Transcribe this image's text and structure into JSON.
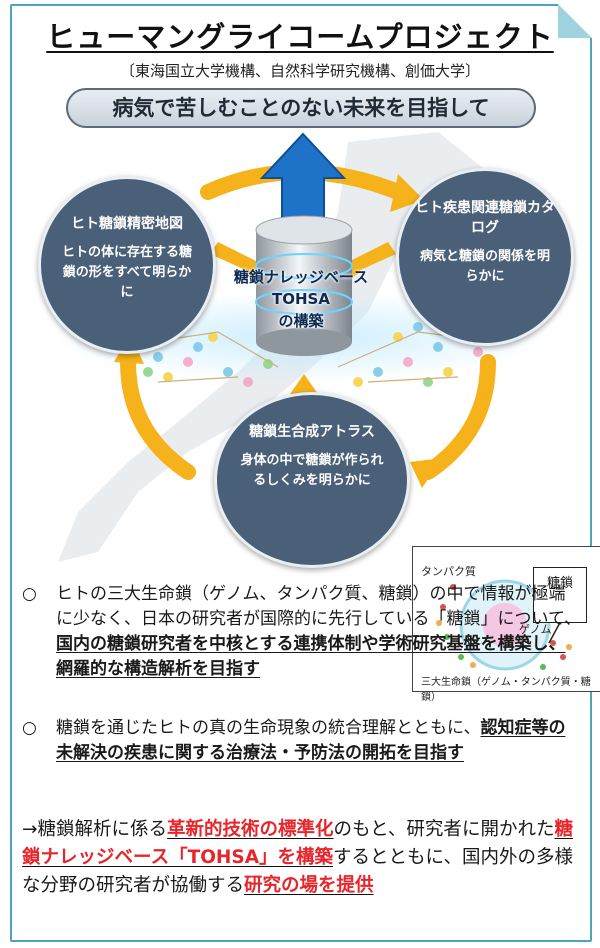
{
  "header": {
    "title": "ヒューマングライコームプロジェクト",
    "subtitle": "〔東海国立大学機構、自然科学研究機構、創価大学〕",
    "banner": "病気で苦しむことのない未来を目指して"
  },
  "diagram": {
    "left_circle": {
      "head": "ヒト糖鎖精密地図",
      "body": "ヒトの体に存在する糖鎖の形をすべて明らかに"
    },
    "right_circle": {
      "head": "ヒト疾患関連糖鎖カタログ",
      "body": "病気と糖鎖の関係を明らかに"
    },
    "bottom_circle": {
      "head": "糖鎖生合成アトラス",
      "body": "身体の中で糖鎖が作られるしくみを明らかに"
    },
    "database": {
      "line1": "糖鎖ナレッジベース",
      "line2": "TOHSA",
      "line3": "の構築"
    },
    "inset": {
      "protein_label": "タンパク質",
      "genome_label": "ゲノム",
      "glycan_box": "糖鎖",
      "caption": "三大生命鎖（ゲノム・タンパク質・糖鎖）"
    },
    "colors": {
      "circle_fill": "#4a5f78",
      "arrow_orange": "#f5b21b",
      "arrow_blue": "#1e73c8"
    }
  },
  "paragraph1": {
    "bullet": "○",
    "text_a": "ヒトの三大生命鎖（ゲノム、タンパク質、糖鎖）の中で情報が極端に少なく、日本の研究者が国際的に先行している「糖鎖」について、",
    "text_b": "国内の糖鎖研究者を中核とする連携体制や学術研究基盤を構築し、網羅的な構造解析を目指す"
  },
  "paragraph2": {
    "bullet": "○",
    "text_a": "糖鎖を通じたヒトの真の生命現象の統合理解とともに、",
    "text_b": "認知症等の未解決の疾患に関する治療法・予防法の開拓を目指す"
  },
  "paragraph3": {
    "arrow": "→",
    "text_a": "糖鎖解析に係る",
    "red_a": "革新的技術の標準化",
    "text_b": "のもと、研究者に開かれた",
    "red_b": "糖鎖ナレッジベース「TOHSA」を構築",
    "text_c": "するとともに、国内外の多様な分野の研究者が協働する",
    "red_c": "研究の場を提供"
  }
}
